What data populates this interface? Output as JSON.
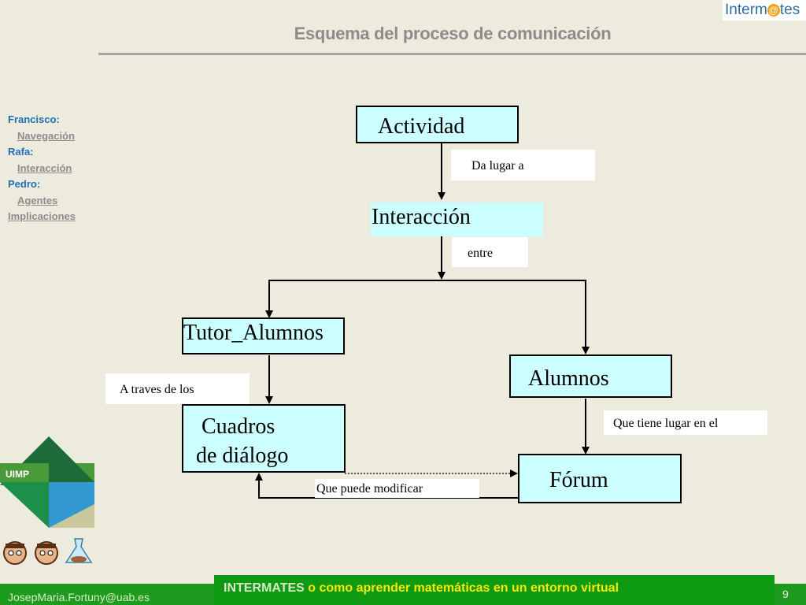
{
  "header": {
    "title": "Esquema del proceso de comunicación",
    "logo_text_1": "Interm",
    "logo_text_2": "tes",
    "logo_at": "@"
  },
  "nav": {
    "items": [
      {
        "type": "person",
        "label": "Francisco:"
      },
      {
        "type": "link",
        "label": "Navegación"
      },
      {
        "type": "person",
        "label": "Rafa:"
      },
      {
        "type": "link",
        "label": "Interacción"
      },
      {
        "type": "person",
        "label": "Pedro:"
      },
      {
        "type": "link",
        "label": "Agentes"
      },
      {
        "type": "link-top",
        "label": "Implicaciones"
      }
    ]
  },
  "diagram": {
    "nodes": {
      "actividad": "Actividad",
      "interaccion": "Interacción",
      "tutor_alumnos": "Tutor_Alumnos",
      "alumnos": "Alumnos",
      "cuadros_line1": "Cuadros",
      "cuadros_line2": "de diálogo",
      "forum": "Fórum"
    },
    "edge_labels": {
      "da_lugar": "Da  lugar a",
      "entre": "entre",
      "a_traves": "A traves de los",
      "que_tiene": "Que tiene lugar en el",
      "que_puede": "Que puede modificar"
    }
  },
  "sidebar_logo": {
    "label": "UIMP"
  },
  "footer": {
    "brand": "INTERMATES",
    "tagline": " o como aprender matemáticas en un entorno virtual",
    "email": "JosepMaria.Fortuny@uab.es",
    "page": "9"
  },
  "colors": {
    "background": "#ECEBDD",
    "node_fill": "#CCFFFF",
    "nav_person": "#1F6FB5",
    "nav_link": "#8C8C8C",
    "footer_green": "#0E9A12",
    "footer_tagline": "#FFE600"
  }
}
